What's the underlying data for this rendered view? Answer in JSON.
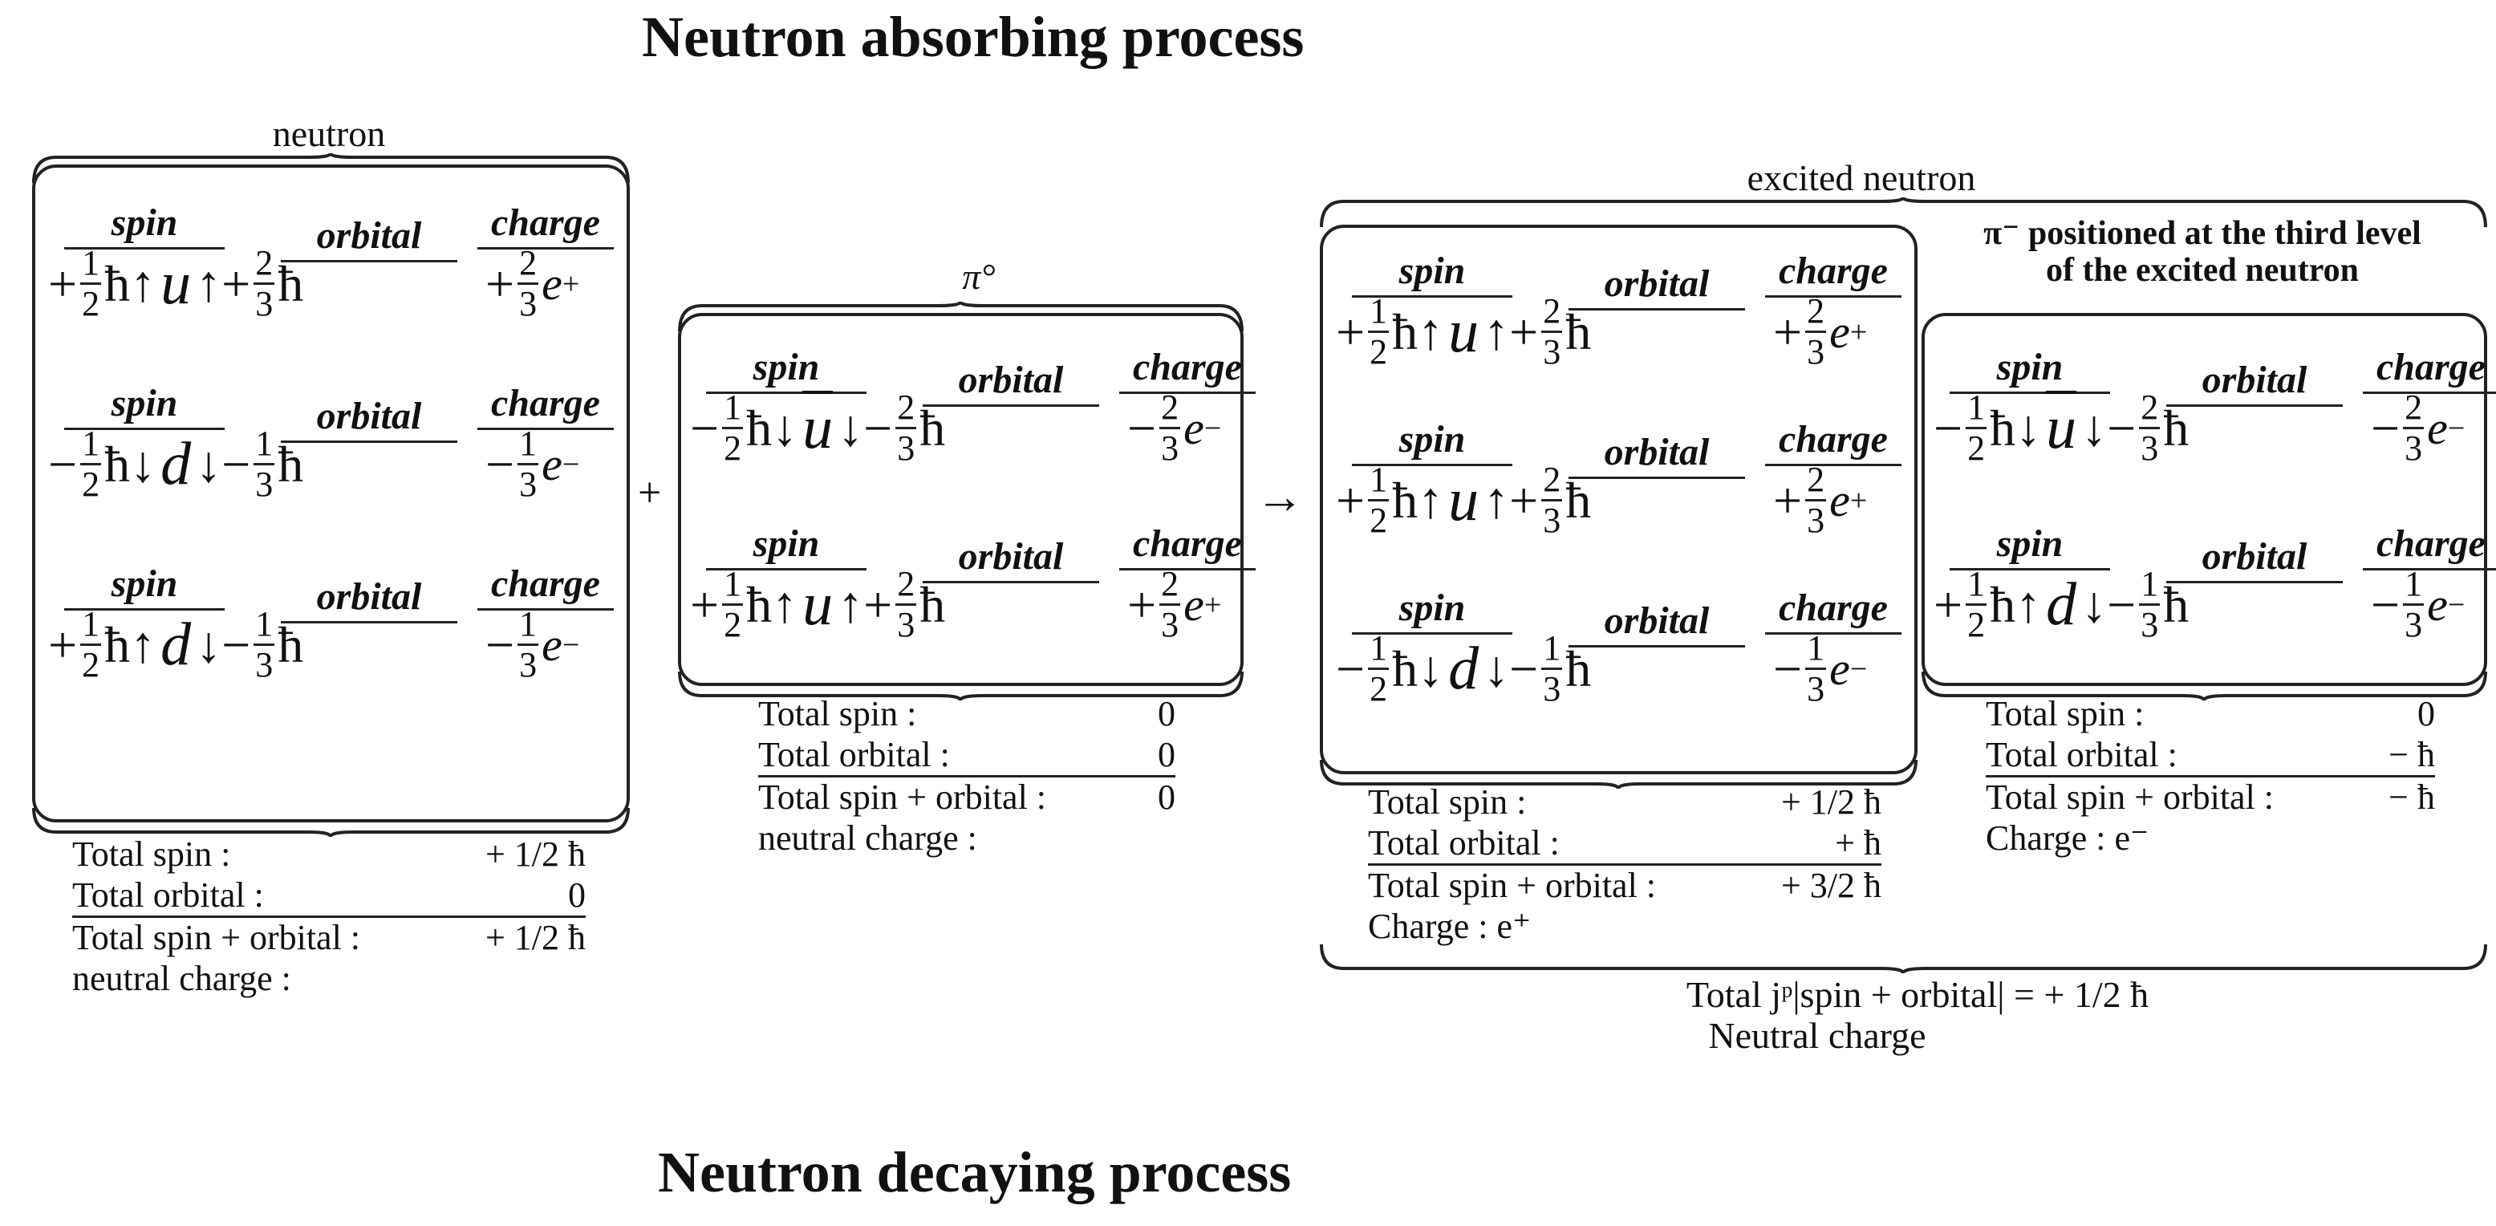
{
  "headings": {
    "top": "Neutron absorbing process",
    "bottom": "Neutron decaying process"
  },
  "col_headers": {
    "spin": "spin",
    "orbital": "orbital",
    "charge": "charge"
  },
  "operators": {
    "plus": "+",
    "arrow": "→"
  },
  "neutron": {
    "label": "neutron",
    "quarks": [
      {
        "spin_sign": "+",
        "spin_frac": [
          "1",
          "2"
        ],
        "spin_arrow": "↑",
        "quark": "u",
        "orb_arrow": "↑",
        "orb_sign": "+",
        "orb_frac": [
          "2",
          "3"
        ],
        "charge_sign": "+",
        "charge_frac": [
          "2",
          "3"
        ],
        "charge_unit": "e",
        "charge_sup": "+"
      },
      {
        "spin_sign": "−",
        "spin_frac": [
          "1",
          "2"
        ],
        "spin_arrow": "↓",
        "quark": "d",
        "orb_arrow": "↓",
        "orb_sign": "−",
        "orb_frac": [
          "1",
          "3"
        ],
        "charge_sign": "−",
        "charge_frac": [
          "1",
          "3"
        ],
        "charge_unit": "e",
        "charge_sup": "−"
      },
      {
        "spin_sign": "+",
        "spin_frac": [
          "1",
          "2"
        ],
        "spin_arrow": "↑",
        "quark": "d",
        "orb_arrow": "↓",
        "orb_sign": "−",
        "orb_frac": [
          "1",
          "3"
        ],
        "charge_sign": "−",
        "charge_frac": [
          "1",
          "3"
        ],
        "charge_unit": "e",
        "charge_sup": "−"
      }
    ],
    "summary": [
      {
        "label": "Total spin :",
        "value": "+ 1/2 ħ"
      },
      {
        "label": "Total orbital :",
        "value": "0"
      },
      {
        "label": "Total spin + orbital :",
        "value": "+ 1/2 ħ"
      },
      {
        "label": "neutral charge :",
        "value": ""
      }
    ]
  },
  "pion0": {
    "label": "π°",
    "quarks": [
      {
        "spin_sign": "−",
        "spin_frac": [
          "1",
          "2"
        ],
        "spin_arrow": "↓",
        "quark": "u",
        "bar": true,
        "orb_arrow": "↓",
        "orb_sign": "−",
        "orb_frac": [
          "2",
          "3"
        ],
        "charge_sign": "−",
        "charge_frac": [
          "2",
          "3"
        ],
        "charge_unit": "e",
        "charge_sup": "−"
      },
      {
        "spin_sign": "+",
        "spin_frac": [
          "1",
          "2"
        ],
        "spin_arrow": "↑",
        "quark": "u",
        "orb_arrow": "↑",
        "orb_sign": "+",
        "orb_frac": [
          "2",
          "3"
        ],
        "charge_sign": "+",
        "charge_frac": [
          "2",
          "3"
        ],
        "charge_unit": "e",
        "charge_sup": "+"
      }
    ],
    "summary": [
      {
        "label": "Total spin :",
        "value": "0"
      },
      {
        "label": "Total orbital :",
        "value": "0"
      },
      {
        "label": "Total spin + orbital :",
        "value": "0"
      },
      {
        "label": "neutral charge :",
        "value": ""
      }
    ]
  },
  "excited": {
    "label": "excited neutron",
    "quarks": [
      {
        "spin_sign": "+",
        "spin_frac": [
          "1",
          "2"
        ],
        "spin_arrow": "↑",
        "quark": "u",
        "orb_arrow": "↑",
        "orb_sign": "+",
        "orb_frac": [
          "2",
          "3"
        ],
        "charge_sign": "+",
        "charge_frac": [
          "2",
          "3"
        ],
        "charge_unit": "e",
        "charge_sup": "+"
      },
      {
        "spin_sign": "+",
        "spin_frac": [
          "1",
          "2"
        ],
        "spin_arrow": "↑",
        "quark": "u",
        "orb_arrow": "↑",
        "orb_sign": "+",
        "orb_frac": [
          "2",
          "3"
        ],
        "charge_sign": "+",
        "charge_frac": [
          "2",
          "3"
        ],
        "charge_unit": "e",
        "charge_sup": "+"
      },
      {
        "spin_sign": "−",
        "spin_frac": [
          "1",
          "2"
        ],
        "spin_arrow": "↓",
        "quark": "d",
        "orb_arrow": "↓",
        "orb_sign": "−",
        "orb_frac": [
          "1",
          "3"
        ],
        "charge_sign": "−",
        "charge_frac": [
          "1",
          "3"
        ],
        "charge_unit": "e",
        "charge_sup": "−"
      }
    ],
    "summary": [
      {
        "label": "Total spin :",
        "value": "+ 1/2 ħ"
      },
      {
        "label": "Total orbital :",
        "value": "+ ħ"
      },
      {
        "label": "Total spin + orbital :",
        "value": "+ 3/2 ħ"
      },
      {
        "label": "Charge : e⁺",
        "value": ""
      }
    ]
  },
  "pion_minus": {
    "label_line1": "π⁻ positioned  at the third level",
    "label_line2": "of the excited  neutron",
    "quarks": [
      {
        "spin_sign": "−",
        "spin_frac": [
          "1",
          "2"
        ],
        "spin_arrow": "↓",
        "quark": "u",
        "bar": true,
        "orb_arrow": "↓",
        "orb_sign": "−",
        "orb_frac": [
          "2",
          "3"
        ],
        "charge_sign": "−",
        "charge_frac": [
          "2",
          "3"
        ],
        "charge_unit": "e",
        "charge_sup": "−"
      },
      {
        "spin_sign": "+",
        "spin_frac": [
          "1",
          "2"
        ],
        "spin_arrow": "↑",
        "quark": "d",
        "orb_arrow": "↓",
        "orb_sign": "−",
        "orb_frac": [
          "1",
          "3"
        ],
        "charge_sign": "−",
        "charge_frac": [
          "1",
          "3"
        ],
        "charge_unit": "e",
        "charge_sup": "−"
      }
    ],
    "summary": [
      {
        "label": "Total spin :",
        "value": "0"
      },
      {
        "label": "Total orbital :",
        "value": "− ħ"
      },
      {
        "label": "Total spin + orbital :",
        "value": "− ħ"
      },
      {
        "label": "Charge : e⁻",
        "value": ""
      }
    ]
  },
  "total": {
    "line1": "Total  jᵖ|spin + orbital| = + 1/2 ħ",
    "line2": "Neutral charge"
  }
}
